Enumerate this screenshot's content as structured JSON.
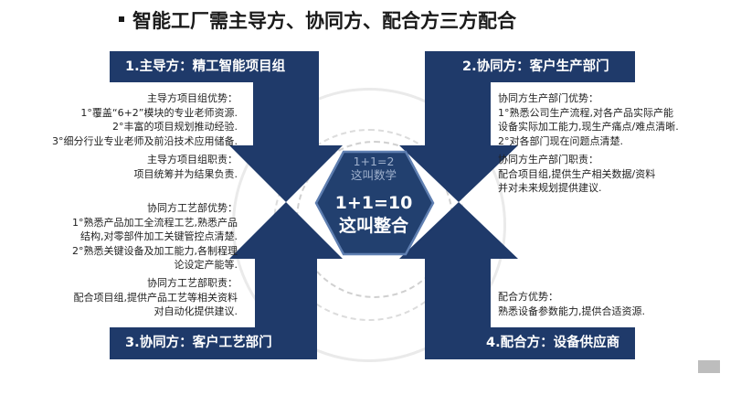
{
  "title": "智能工厂需主导方、协同方、配合方三方配合",
  "colors": {
    "navy": "#1f3a6a",
    "hex_fill": "#22406f",
    "hex_edge": "#5f7fb1",
    "text": "#1f1f1f"
  },
  "quadrants": {
    "top_left": {
      "label": "1.主导方：精工智能项目组",
      "blocks": [
        {
          "lines": [
            "主导方项目组优势：",
            "1°覆盖“6+2”模块的专业老师资源.",
            "2°丰富的项目规划推动经验.",
            "3°细分行业专业老师及前沿技术应用储备."
          ]
        },
        {
          "lines": [
            "主导方项目组职责：",
            "项目统筹并为结果负责."
          ]
        }
      ]
    },
    "top_right": {
      "label": "2.协同方：客户生产部门",
      "blocks": [
        {
          "lines": [
            "协同方生产部门优势：",
            "1°熟悉公司生产流程,对各产品实际产能",
            "设备实际加工能力,现生产痛点/难点清晰.",
            "2°对各部门现在问题点清楚."
          ]
        },
        {
          "lines": [
            "协同方生产部门职责：",
            "配合项目组,提供生产相关数据/资料",
            "并对未来规划提供建议."
          ]
        }
      ]
    },
    "bottom_left": {
      "label": "3.协同方：客户工艺部门",
      "blocks": [
        {
          "lines": [
            "协同方工艺部优势：",
            "1°熟悉产品加工全流程工艺,熟悉产品",
            "结构,对零部件加工关键管控点清楚.",
            "2°熟悉关键设备及加工能力,各制程理",
            "论设定产能等."
          ]
        },
        {
          "lines": [
            "协同方工艺部职责：",
            "配合项目组,提供产品工艺等相关资料",
            "对自动化提供建议."
          ]
        }
      ]
    },
    "bottom_right": {
      "label": "4.配合方：设备供应商",
      "blocks": [
        {
          "lines": [
            "配合方优势：",
            "熟悉设备参数能力,提供合适资源."
          ]
        }
      ]
    }
  },
  "center": {
    "small_lines": [
      "1+1=2",
      "这叫数学"
    ],
    "big_lines": [
      "1+1=10",
      "这叫整合"
    ]
  }
}
